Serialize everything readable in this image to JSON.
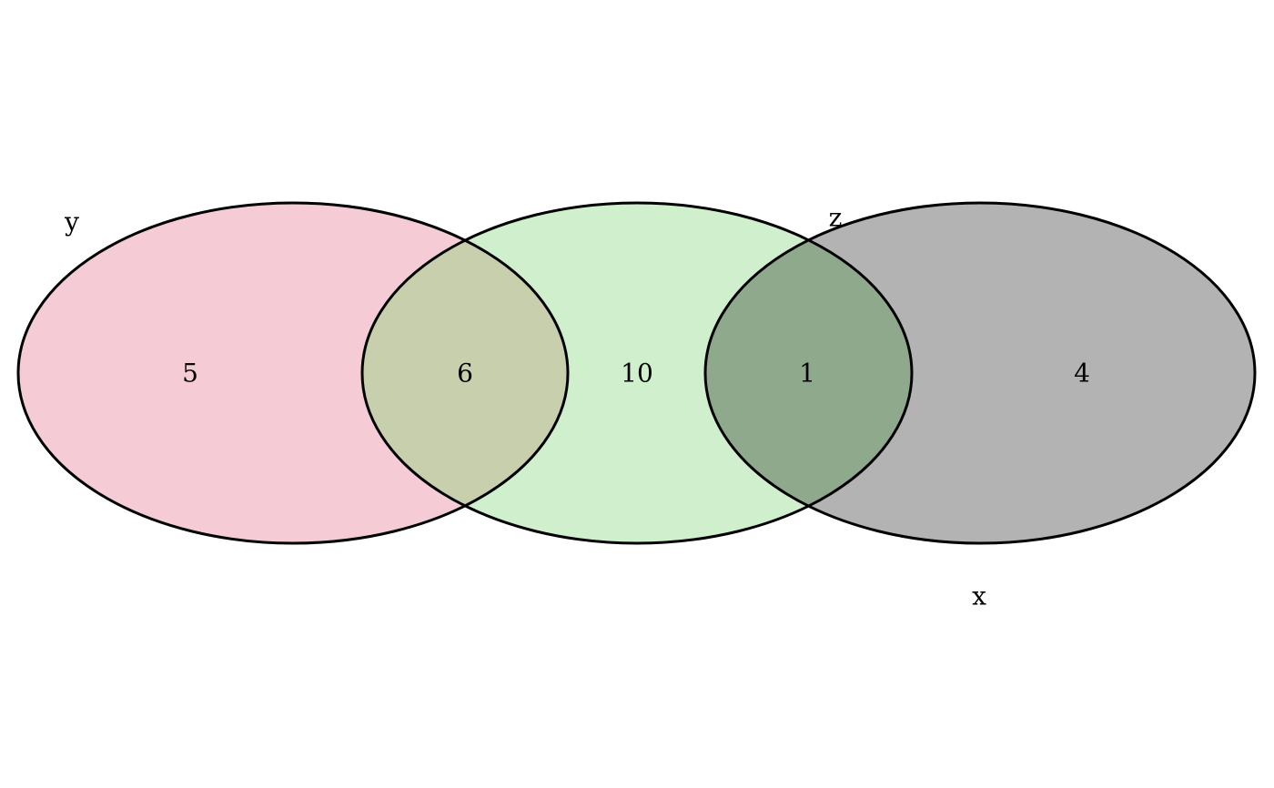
{
  "diagram": {
    "type": "venn",
    "sets": [
      {
        "id": "y",
        "label": "y",
        "color": "#f5ccd6"
      },
      {
        "id": "z",
        "label": "z",
        "color": "#d0f0cd"
      },
      {
        "id": "x",
        "label": "x",
        "color": "#b3b3b3"
      }
    ],
    "overlap_colors": {
      "y_z": "#c8cfac",
      "z_x": "#8fa98d"
    },
    "regions": [
      {
        "sets": [
          "y"
        ],
        "count": "5"
      },
      {
        "sets": [
          "y",
          "z"
        ],
        "count": "6"
      },
      {
        "sets": [
          "z"
        ],
        "count": "10"
      },
      {
        "sets": [
          "z",
          "x"
        ],
        "count": "1"
      },
      {
        "sets": [
          "x"
        ],
        "count": "4"
      }
    ]
  }
}
